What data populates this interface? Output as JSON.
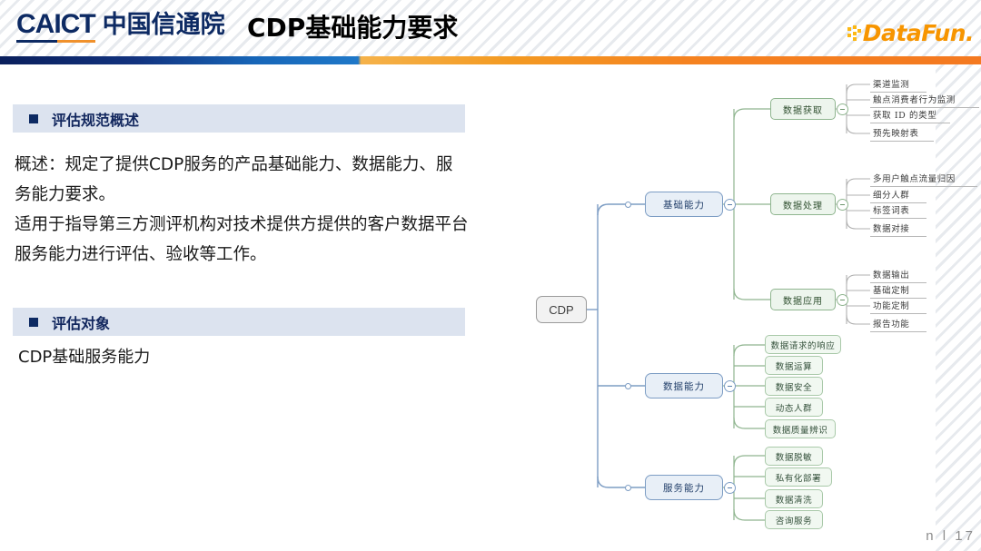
{
  "header": {
    "logo_mark": "CAICT",
    "logo_cn": "中国信通院",
    "title": "CDP基础能力要求",
    "datafun_logo": "DataFun."
  },
  "left": {
    "section_overview": {
      "heading": "评估规范概述",
      "body": "概述：规定了提供CDP服务的产品基础能力、数据能力、服务能力要求。\n适用于指导第三方测评机构对技术提供方提供的客户数据平台服务能力进行评估、验收等工作。"
    },
    "section_target": {
      "heading": "评估对象",
      "body": "CDP基础服务能力"
    }
  },
  "mindmap": {
    "root": "CDP",
    "branches": [
      {
        "label": "基础能力",
        "children": [
          {
            "label": "数据获取",
            "leaves": [
              "渠道监测",
              "触点消费者行为监测",
              "获取 ID 的类型",
              "预先映射表"
            ]
          },
          {
            "label": "数据处理",
            "leaves": [
              "多用户触点流量归因",
              "细分人群",
              "标签词表",
              "数据对接"
            ]
          },
          {
            "label": "数据应用",
            "leaves": [
              "数据输出",
              "基础定制",
              "功能定制",
              "报告功能"
            ]
          }
        ]
      },
      {
        "label": "数据能力",
        "leaves": [
          "数据请求的响应",
          "数据运算",
          "数据安全",
          "动态人群",
          "数据质量辨识"
        ]
      },
      {
        "label": "服务能力",
        "leaves": [
          "数据脱敏",
          "私有化部署",
          "数据清洗",
          "咨询服务"
        ]
      }
    ]
  },
  "footer": {
    "page_indicator": "n l 17"
  },
  "colors": {
    "brand_navy": "#0d2a63",
    "brand_orange": "#f47920",
    "band_bg": "#dce3ef",
    "node_blue": "#e8eff7",
    "node_green": "#edf5ed"
  }
}
